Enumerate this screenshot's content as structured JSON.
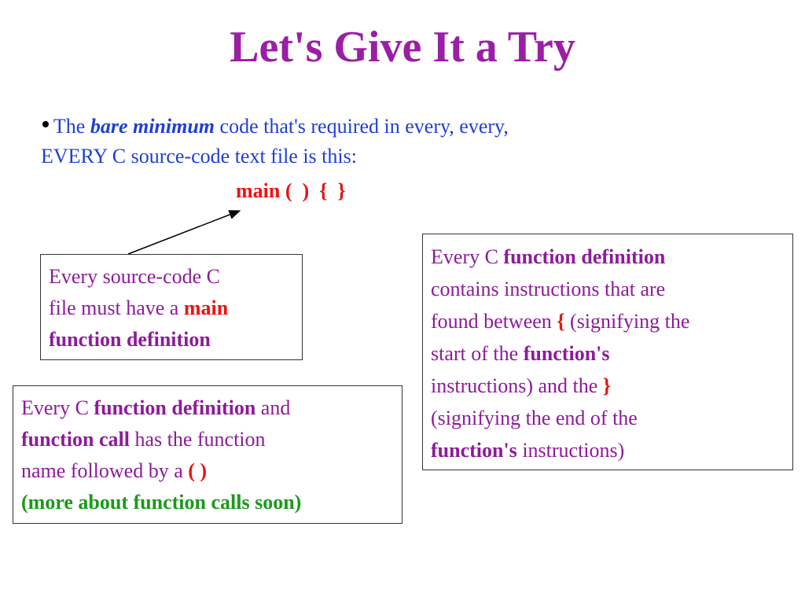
{
  "title": "Let's Give It a Try",
  "bullet": {
    "t1": "The ",
    "t2": "bare minimum",
    "t3": " code that's required in every, every,",
    "t4": "EVERY C source-code text file is this:"
  },
  "code_line": "main (  )  {  }",
  "box_main": {
    "t1": "Every source-code C",
    "t2": "file must have a ",
    "t3": "main",
    "t4": "function definition"
  },
  "box_def": {
    "t1": "Every C ",
    "t2": "function definition",
    "t3": "contains instructions that are",
    "t4": "found between ",
    "t5": "{",
    "t6": " (signifying the",
    "t7": "start of the ",
    "t8": "function's",
    "t9": "instructions) and the ",
    "t10": "}",
    "t11": "(signifying the end of the",
    "t12": "function's",
    "t13": " instructions)"
  },
  "box_call": {
    "t1": "Every C ",
    "t2": "function definition",
    "t3": " and",
    "t4": "function call",
    "t5": " has the function",
    "t6": "name followed by a ",
    "t7": "(  )",
    "t8": "(more about function calls soon)"
  },
  "colors": {
    "title": "#9b1ea6",
    "bullet_text": "#1f3fd6",
    "emphasis_red": "#ee1111",
    "box_text": "#8e1a9a",
    "note_green": "#1a9a1a"
  }
}
